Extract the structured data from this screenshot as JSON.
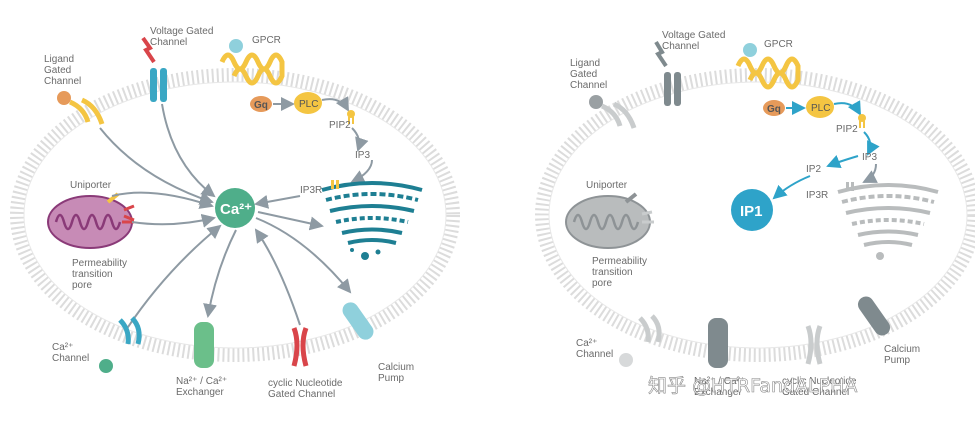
{
  "left_panel": {
    "voltage_gated_channel": "Voltage Gated\nChannel",
    "gpcr": "GPCR",
    "gq": "Gq",
    "plc": "PLC",
    "pip2": "PIP2",
    "ip3": "IP3",
    "ip3r": "IP3R",
    "ligand_gated_channel": "Ligand\nGated\nChannel",
    "uniporter": "Uniporter",
    "permeability_transition_pore": "Permeability\ntransition\npore",
    "ca_center": "Ca²⁺",
    "ca_channel": "Ca²⁺\nChannel",
    "na_ca_exchanger": "Na²⁺ / Ca²⁺\nExchanger",
    "cyclic_nucleotide_gated_channel": "cyclic Nucleotide\nGated Channel",
    "calcium_pump": "Calcium\nPump"
  },
  "right_panel": {
    "voltage_gated_channel": "Voltage Gated\nChannel",
    "gpcr": "GPCR",
    "gq": "Gq",
    "plc": "PLC",
    "pip2": "PIP2",
    "ip3": "IP3",
    "ip2": "IP2",
    "ip3r": "IP3R",
    "ip1": "IP1",
    "ligand_gated_channel": "Ligand\nGated\nChannel",
    "uniporter": "Uniporter",
    "permeability_transition_pore": "Permeability\ntransition\npore",
    "ca_channel": "Ca²⁺\nChannel",
    "na_ca_exchanger": "Na²⁺ / Ca²⁺\nExchanger",
    "cyclic_nucleotide_gated_channel": "cyclic Nucleotide\nGated Channel",
    "calcium_pump": "Calcium\nPump"
  },
  "watermark": "知乎 @HTRFandALPHA",
  "colors": {
    "membrane": "#d9d9d9",
    "ca_node": "#4fae8a",
    "ip1_node": "#2ea3c9",
    "gpcr": "#f4c542",
    "gq": "#e69a5a",
    "plc": "#f4c542",
    "mito": "#a0508a",
    "er": "#1e7f93",
    "arrow": "#8e9aa3",
    "arrow_right": "#2ea3c9",
    "grey_protein": "#9aa0a3"
  }
}
